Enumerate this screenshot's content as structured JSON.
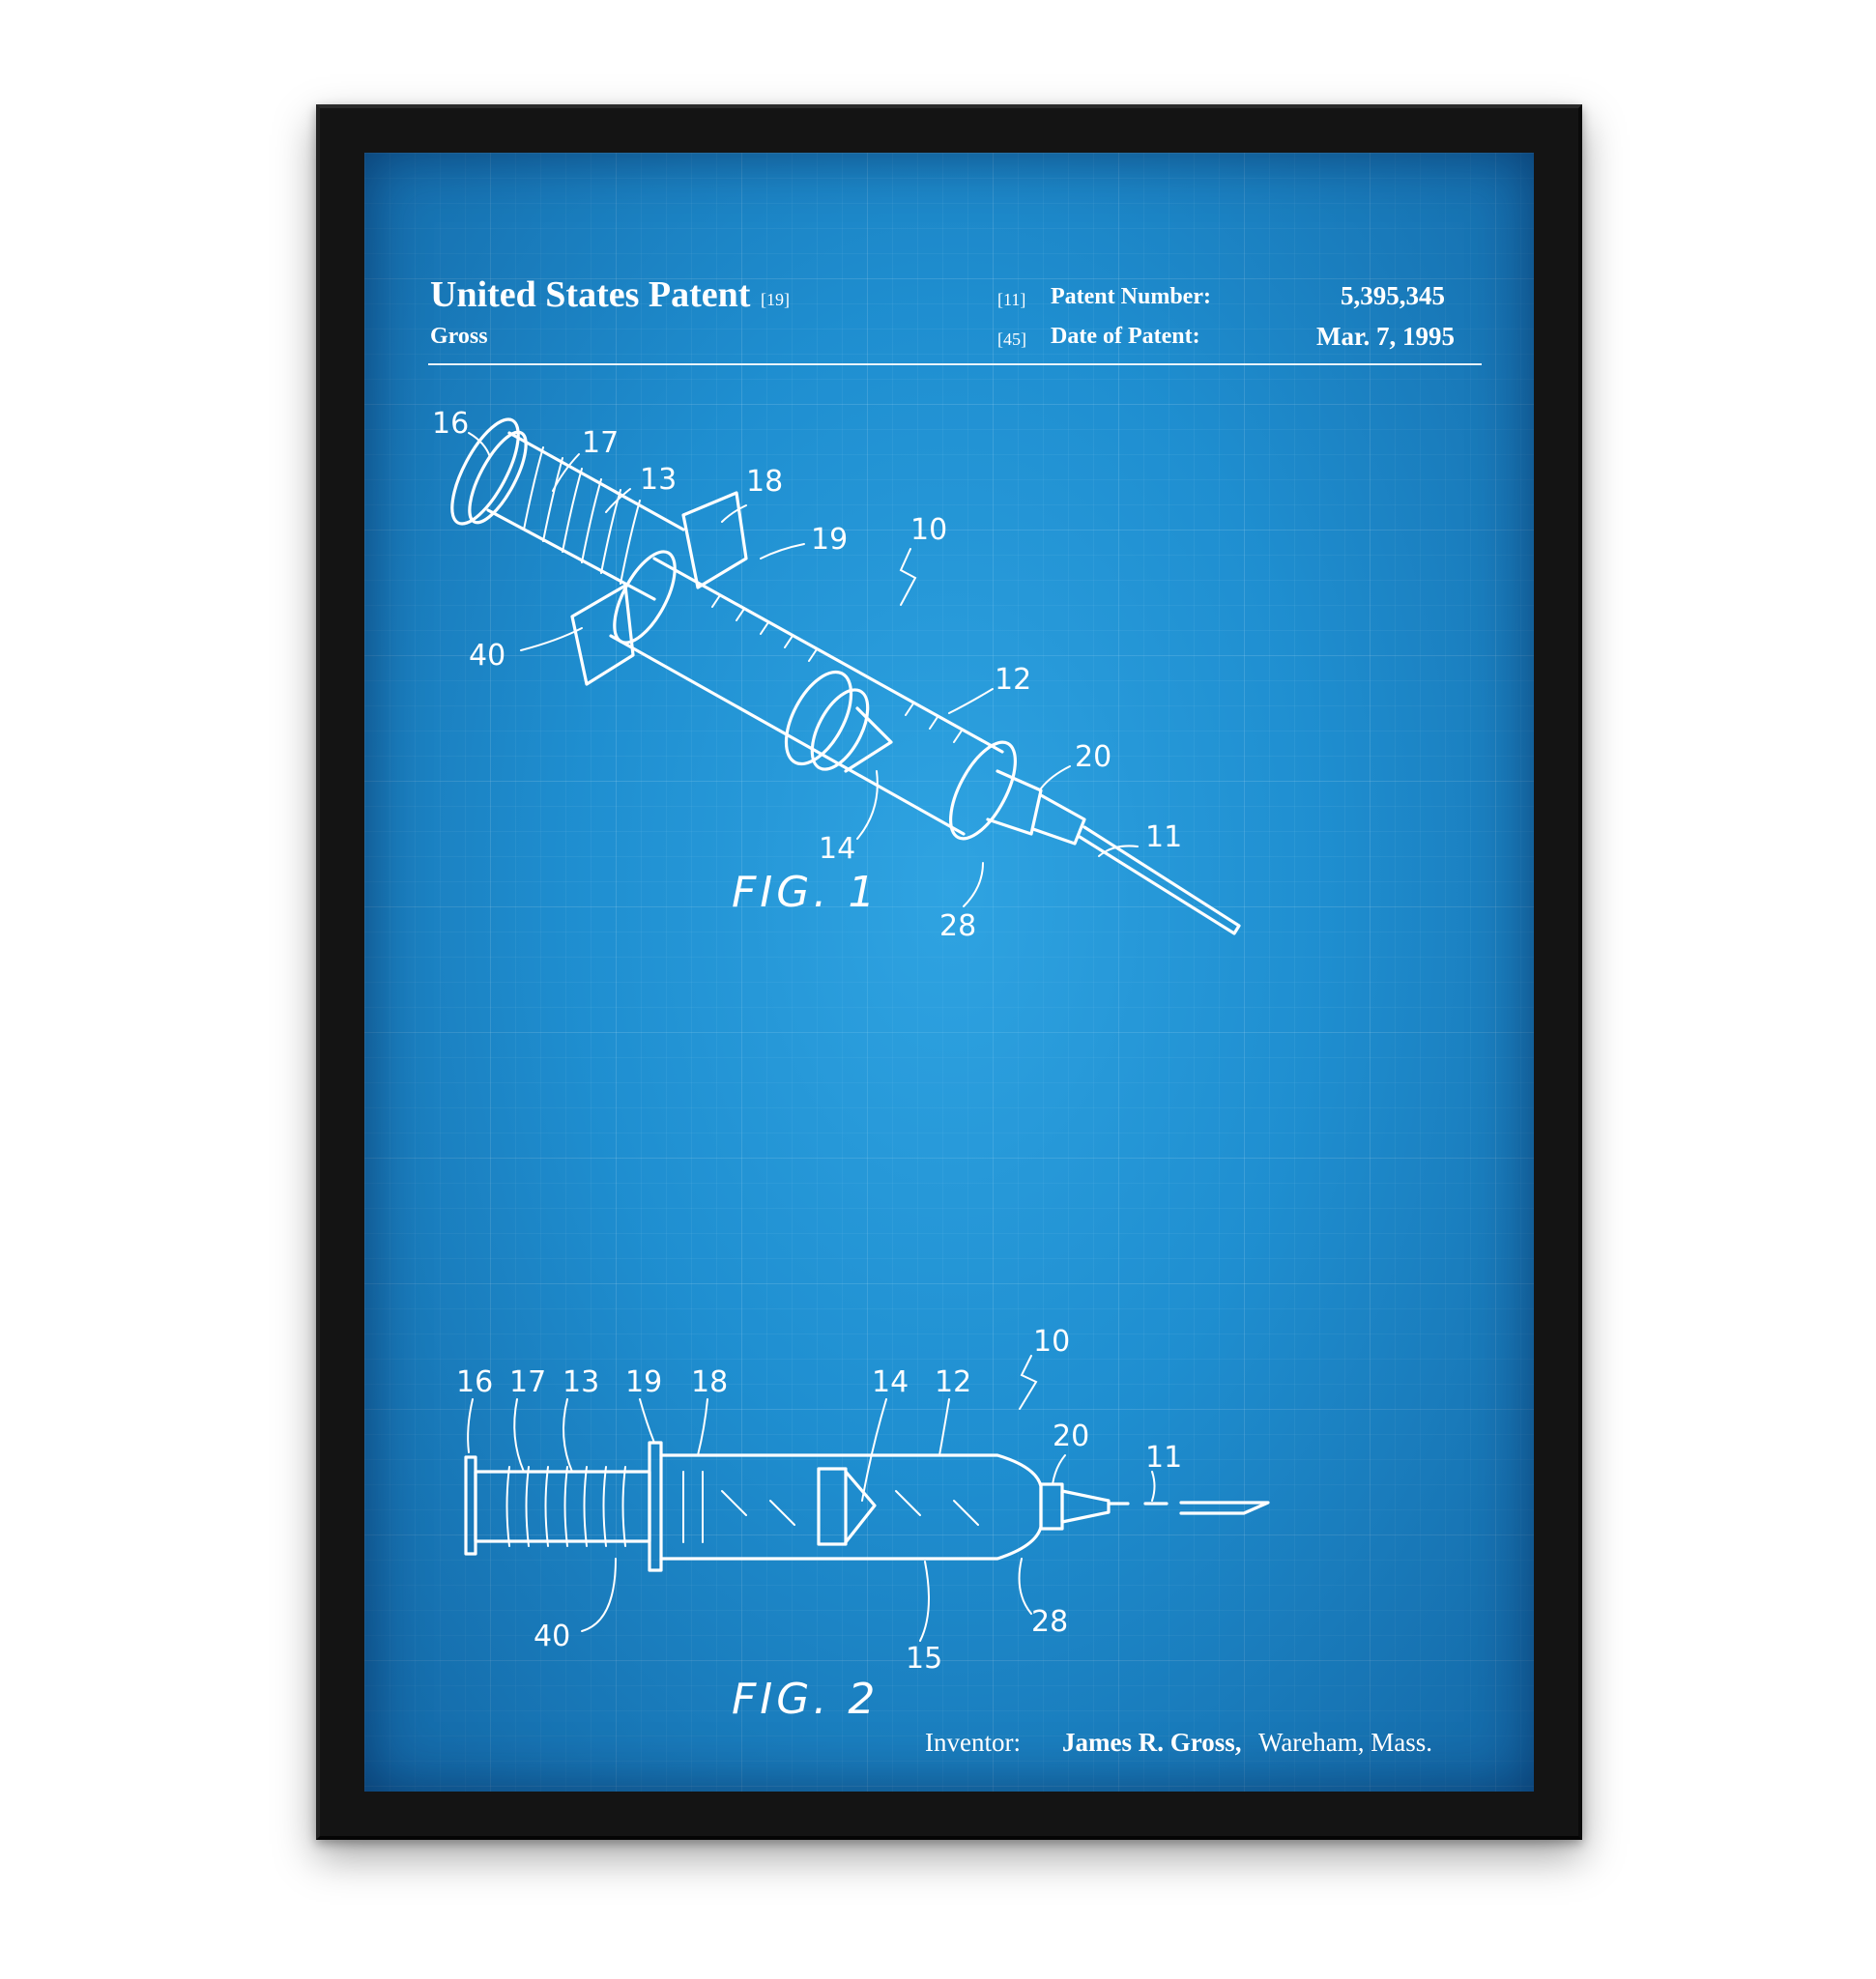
{
  "header": {
    "title": "United States Patent",
    "title_code": "[19]",
    "inventor_short": "Gross",
    "patent_number_code": "[11]",
    "patent_number_label": "Patent Number:",
    "patent_number": "5,395,345",
    "date_code": "[45]",
    "date_label": "Date of Patent:",
    "date": "Mar. 7, 1995"
  },
  "figures": {
    "fig1_label": "FIG. 1",
    "fig2_label": "FIG. 2",
    "fig1_refs": {
      "r16": "16",
      "r17": "17",
      "r13": "13",
      "r18": "18",
      "r19": "19",
      "r10": "10",
      "r40": "40",
      "r12": "12",
      "r20": "20",
      "r14": "14",
      "r11": "11",
      "r28": "28"
    },
    "fig2_refs": {
      "r16": "16",
      "r17": "17",
      "r13": "13",
      "r19": "19",
      "r18": "18",
      "r14": "14",
      "r12": "12",
      "r10": "10",
      "r20": "20",
      "r11": "11",
      "r40": "40",
      "r15": "15",
      "r28": "28"
    }
  },
  "footer": {
    "inventor_label": "Inventor:",
    "inventor_name": "James R. Gross,",
    "inventor_location": "Wareham, Mass."
  },
  "colors": {
    "blueprint": "#1f8fd0",
    "frame": "#141414",
    "ink": "#ffffff"
  }
}
